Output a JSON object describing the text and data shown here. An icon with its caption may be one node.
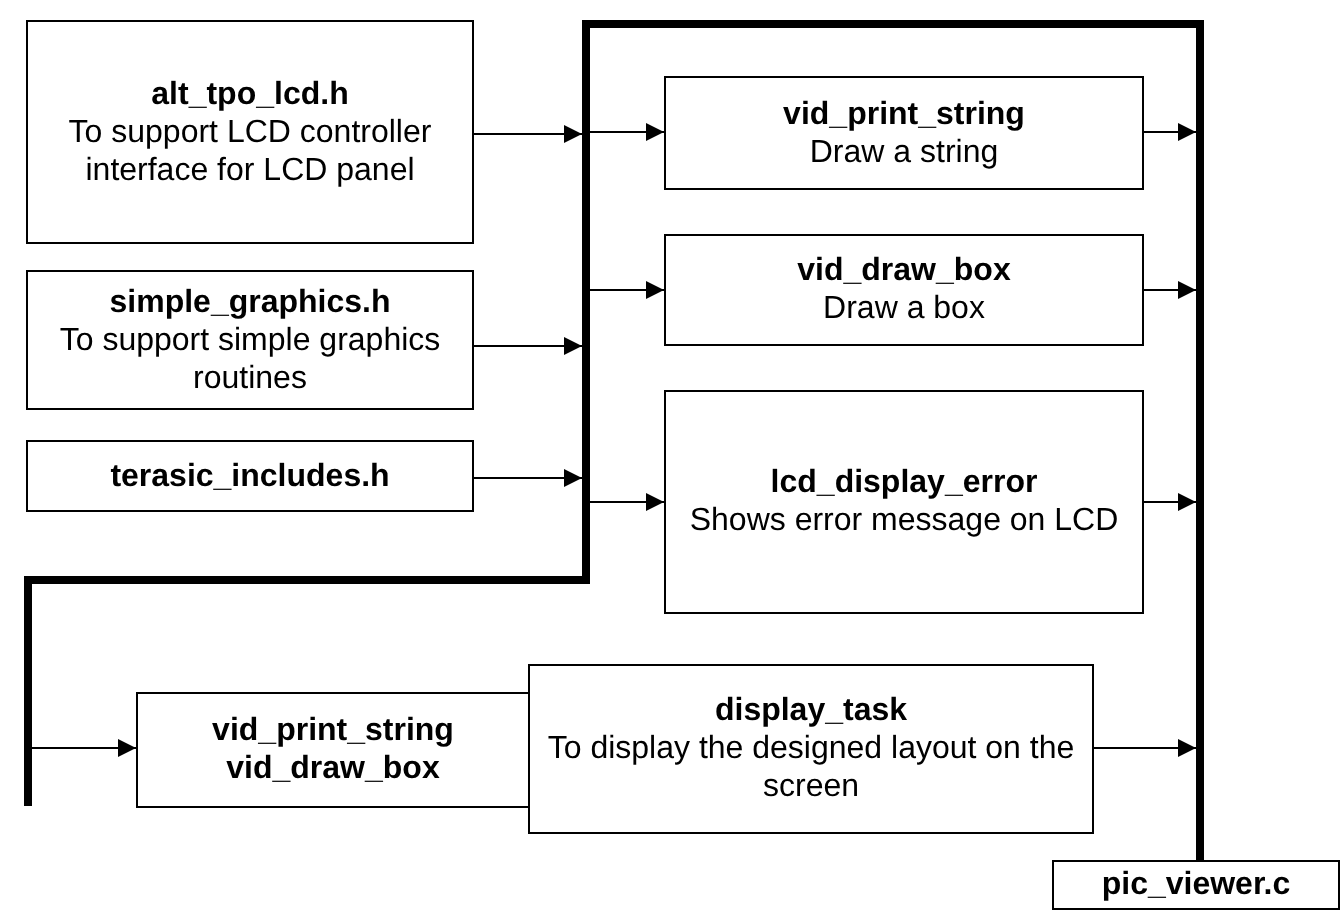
{
  "diagram": {
    "nodes": [
      {
        "text": [
          "alt_tpo_lcd.h",
          "To support LCD controller interface for LCD panel"
        ]
      },
      {
        "text": [
          "simple_graphics.h",
          "To support simple graphics routines"
        ]
      },
      {
        "text": [
          "terasic_includes.h"
        ]
      },
      {
        "text": [
          "vid_print_string",
          "Draw a string"
        ]
      },
      {
        "text": [
          "vid_draw_box",
          "Draw a box"
        ]
      },
      {
        "text": [
          "lcd_display_error",
          "Shows error message on LCD"
        ]
      },
      {
        "text": [
          "vid_print_string",
          "vid_draw_box"
        ]
      },
      {
        "text": [
          "display_task",
          "To display the designed layout on the screen"
        ]
      },
      {
        "text": [
          "pic_viewer.c"
        ]
      }
    ],
    "edges": [
      {
        "from": 0,
        "to": null,
        "arrow": "to"
      },
      {
        "from": 1,
        "to": null,
        "arrow": "to"
      },
      {
        "from": 2,
        "to": null,
        "arrow": "to"
      },
      {
        "from": null,
        "to": 3,
        "arrow": "to"
      },
      {
        "from": null,
        "to": 4,
        "arrow": "to"
      },
      {
        "from": null,
        "to": 5,
        "arrow": "to"
      },
      {
        "from": 3,
        "to": null,
        "arrow": "to"
      },
      {
        "from": 4,
        "to": null,
        "arrow": "to"
      },
      {
        "from": 5,
        "to": null,
        "arrow": "to"
      },
      {
        "from": null,
        "to": 6,
        "arrow": "to"
      },
      {
        "from": 7,
        "to": null,
        "arrow": "to"
      }
    ]
  }
}
